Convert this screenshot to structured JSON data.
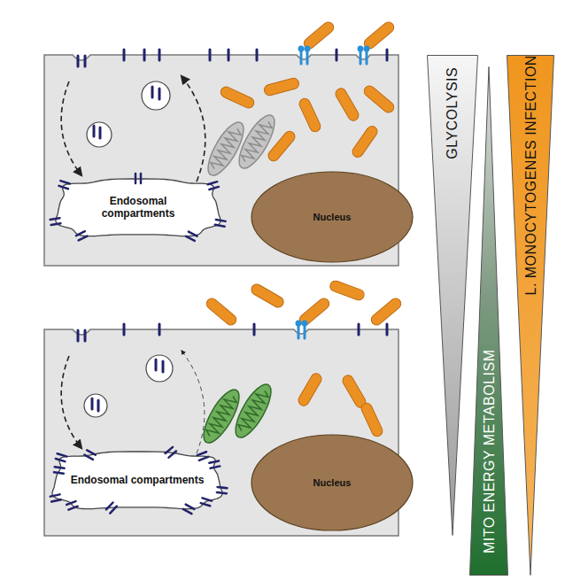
{
  "diagram": {
    "nodes": [
      {
        "text": [
          "Endosomal compartments"
        ]
      },
      {
        "text": [
          "Nucleus"
        ]
      },
      {
        "text": [
          "Endosomal compartments"
        ]
      },
      {
        "text": [
          "Nucleus"
        ]
      },
      {
        "text": [
          "GLYCOLYSIS"
        ]
      },
      {
        "text": [
          "MITO ENERGY METABOLISM"
        ]
      },
      {
        "text": [
          "L. MONOCYTOGENES INFECTION"
        ]
      }
    ]
  }
}
